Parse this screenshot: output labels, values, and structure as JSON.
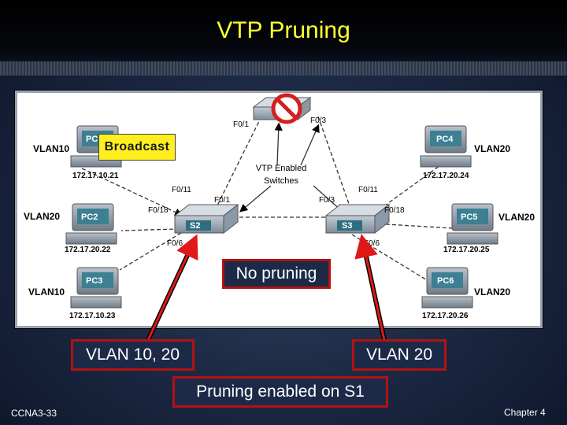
{
  "slide": {
    "title": "VTP Pruning",
    "footer_left": "CCNA3-33",
    "footer_right": "Chapter 4"
  },
  "diagram": {
    "broadcast_label": "Broadcast",
    "note_line1": "VTP Enabled",
    "note_line2": "Switches",
    "switches": {
      "s2": "S2",
      "s3": "S3"
    },
    "pcs": {
      "pc1": {
        "label": "PC1",
        "vlan": "VLAN10",
        "ip": "172.17.10.21"
      },
      "pc2": {
        "label": "PC2",
        "vlan": "VLAN20",
        "ip": "172.17.20.22"
      },
      "pc3": {
        "label": "PC3",
        "vlan": "VLAN10",
        "ip": "172.17.10.23"
      },
      "pc4": {
        "label": "PC4",
        "vlan": "VLAN20",
        "ip": "172.17.20.24"
      },
      "pc5": {
        "label": "PC5",
        "vlan": "VLAN20",
        "ip": "172.17.20.25"
      },
      "pc6": {
        "label": "PC6",
        "vlan": "VLAN20",
        "ip": "172.17.20.26"
      }
    },
    "ports": {
      "s1_left": "F0/1",
      "s1_right": "F0/3",
      "s2_f011": "F0/11",
      "s2_f01": "F0/1",
      "s2_f018": "F0/18",
      "s2_f06": "F0/6",
      "s3_f011": "F0/11",
      "s3_f03": "F0/3",
      "s3_f018": "F0/18",
      "s3_f06": "F0/6"
    }
  },
  "callouts": {
    "no_pruning": "No pruning",
    "s2_vlans": "VLAN 10, 20",
    "s3_vlans": "VLAN 20",
    "pruning_enabled": "Pruning enabled on S1"
  }
}
